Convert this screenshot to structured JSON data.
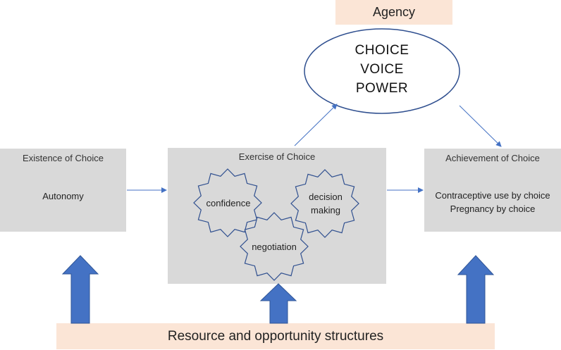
{
  "agency": {
    "label": "Agency",
    "oval_lines": [
      "CHOICE",
      "VOICE",
      "POWER"
    ]
  },
  "existence": {
    "title": "Existence of Choice",
    "text": "Autonomy"
  },
  "exercise": {
    "title": "Exercise of Choice",
    "stars": {
      "confidence": "confidence",
      "decision_line1": "decision",
      "decision_line2": "making",
      "negotiation": "negotiation"
    }
  },
  "achievement": {
    "title": "Achievement of Choice",
    "line1": "Contraceptive use by choice",
    "line2": "Pregnancy by choice"
  },
  "resources": {
    "label": "Resource and opportunity structures"
  },
  "colors": {
    "box_fill": "#d9d9d9",
    "peach_fill": "#fbe5d6",
    "arrow_blue": "#4472c4",
    "star_stroke": "#2f4f8f"
  }
}
